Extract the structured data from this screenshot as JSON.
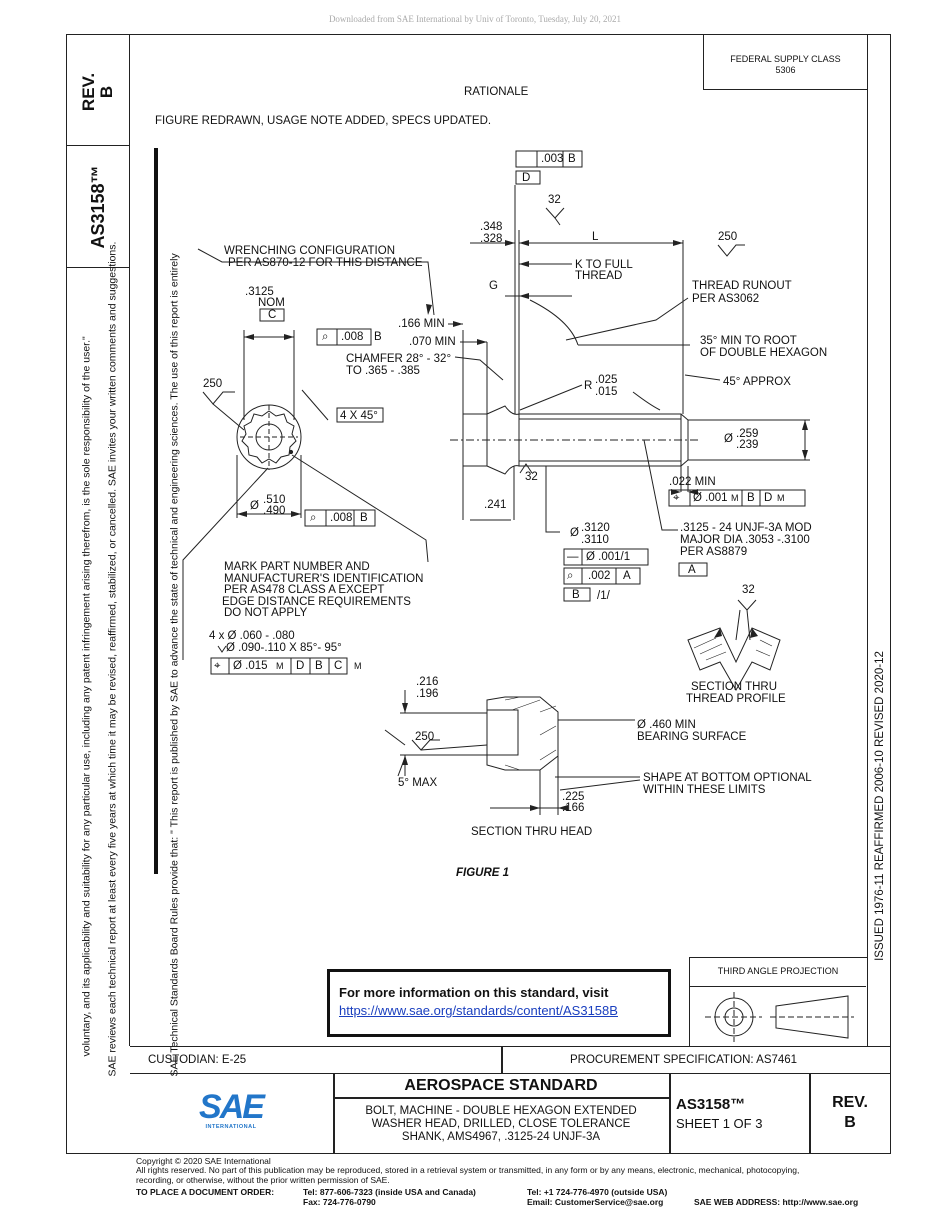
{
  "download_header": "Downloaded from SAE International by Univ of Toronto, Tuesday, July 20, 2021",
  "side_notice": {
    "line1": "SAE Technical Standards Board Rules provide that: \"  This report is published by SAE to advance the state of technical and engineering sciences. The use of this report is entirely",
    "line2": "voluntary, and its applicability and suitability for any particular use, including any patent infringement arising therefrom, is the sole responsibility of the user.\"",
    "line3": "SAE reviews each technical report at least every five years at which time it may be revised, reaffirmed, stabilized, or cancelled. SAE invites your written comments and suggestions."
  },
  "rev_label": "REV.",
  "rev_value": "B",
  "doc_number": "AS3158™",
  "federal_supply_class": {
    "label": "FEDERAL SUPPLY CLASS",
    "value": "5306"
  },
  "rationale": {
    "heading": "RATIONALE",
    "text": "FIGURE REDRAWN, USAGE NOTE ADDED, SPECS UPDATED."
  },
  "history": "ISSUED 1976-11     REAFFIRMED 2006-10     REVISED 2020-12",
  "drawing": {
    "perp_frame": {
      "tol": ".003",
      "datum": "B"
    },
    "datum_d": "D",
    "finish_32_top": "32",
    "shank_len_top": ".348",
    "shank_len_bot": ".328",
    "L": "L",
    "finish_250_right": "250",
    "wrench_note_1": "WRENCHING CONFIGURATION",
    "wrench_note_2": "PER AS870-12 FOR THIS DISTANCE",
    "k_full_1": "K TO FULL",
    "k_full_2": "THREAD",
    "G": "G",
    "runout_1": "THREAD RUNOUT",
    "runout_2": "PER AS3062",
    "nom_top": ".3125",
    "nom_bot": "NOM",
    "datum_c": "C",
    "min_166": ".166 MIN",
    "runout_frame_1": {
      "tol": ".008",
      "datum": "B"
    },
    "min_070": ".070 MIN",
    "chamfer_1": "CHAMFER 28° - 32°",
    "chamfer_2": "TO .365 - .385",
    "root_1": "35° MIN TO ROOT",
    "root_2": "OF DOUBLE HEXAGON",
    "finish_250_left": "250",
    "r_label": "R",
    "r_top": ".025",
    "r_bot": ".015",
    "approx_45": "45° APPROX",
    "chamfer_4x45": "4 X 45°",
    "dia_symbol": "Ø",
    "dia_259": ".259",
    "dia_239": ".239",
    "finish_32_mid": "32",
    "dia_510": ".510",
    "dia_490": ".490",
    "w_241": ".241",
    "runout_frame_2": {
      "tol": ".008",
      "datum": "B"
    },
    "min_022": ".022 MIN",
    "pos_frame_1": {
      "tol": "Ø .001",
      "mod": "M",
      "d1": "B",
      "d2": "D",
      "mod2": "M"
    },
    "dia_3120": ".3120",
    "dia_3110": ".3110",
    "thread_1": ".3125 - 24 UNJF-3A MOD",
    "thread_2": "MAJOR DIA .3053 -.3100",
    "thread_3": "PER AS8879",
    "straight_frame": "Ø .001/1",
    "runout_frame_3": {
      "tol": ".002",
      "datum": "A"
    },
    "datum_a": "A",
    "datum_b": "B",
    "datum_b_tail": "/1/",
    "mark_1": "MARK PART NUMBER AND",
    "mark_2": "MANUFACTURER'S IDENTIFICATION",
    "mark_3": "PER AS478 CLASS A EXCEPT",
    "mark_4": "EDGE DISTANCE REQUIREMENTS",
    "mark_5": "DO NOT APPLY",
    "finish_32_thread": "32",
    "holes_1": "4 x Ø .060 - .080",
    "holes_2": "Ø .090-.110 X 85°- 95°",
    "pos_frame_2": {
      "tol": "Ø .015",
      "mod": "M",
      "d1": "D",
      "d2": "B",
      "d3": "C",
      "mod2": "M"
    },
    "section_thread_1": "SECTION THRU",
    "section_thread_2": "THREAD PROFILE",
    "h_216": ".216",
    "h_196": ".196",
    "bearing_1": "Ø .460 MIN",
    "bearing_2": "BEARING SURFACE",
    "finish_250_head": "250",
    "max_5": "5° MAX",
    "shape_1": "SHAPE AT BOTTOM OPTIONAL",
    "shape_2": "WITHIN THESE LIMITS",
    "h_225": ".225",
    "h_166": ".166",
    "section_head": "SECTION THRU HEAD",
    "figure": "FIGURE 1"
  },
  "info_box": {
    "text": "For more information on this standard, visit",
    "link": "https://www.sae.org/standards/content/AS3158B"
  },
  "third_angle": "THIRD ANGLE PROJECTION",
  "title_block": {
    "custodian": "CUSTODIAN: E-25",
    "procurement": "PROCUREMENT SPECIFICATION: AS7461",
    "logo_text": "SAE",
    "logo_sub": "INTERNATIONAL",
    "heading": "AEROSPACE STANDARD",
    "title_1": "BOLT, MACHINE - DOUBLE HEXAGON EXTENDED",
    "title_2": "WASHER HEAD, DRILLED, CLOSE TOLERANCE",
    "title_3": "SHANK, AMS4967, .3125-24 UNJF-3A",
    "doc_number": "AS3158™",
    "sheet": "SHEET 1 OF 3",
    "rev_label": "REV.",
    "rev_value": "B"
  },
  "footer": {
    "copyright": "Copyright © 2020 SAE International",
    "rights_1": "All rights reserved. No part of this publication may be reproduced, stored in a retrieval system or transmitted, in any form or by any means, electronic, mechanical, photocopying,",
    "rights_2": "recording, or otherwise, without the prior written permission of SAE.",
    "order_label": "TO PLACE A DOCUMENT ORDER:",
    "tel_1": "Tel: 877-606-7323 (inside USA and Canada)",
    "fax": "Fax: 724-776-0790",
    "tel_2": "Tel: +1 724-776-4970 (outside USA)",
    "email": "Email: CustomerService@sae.org",
    "web": "SAE WEB ADDRESS: http://www.sae.org"
  }
}
